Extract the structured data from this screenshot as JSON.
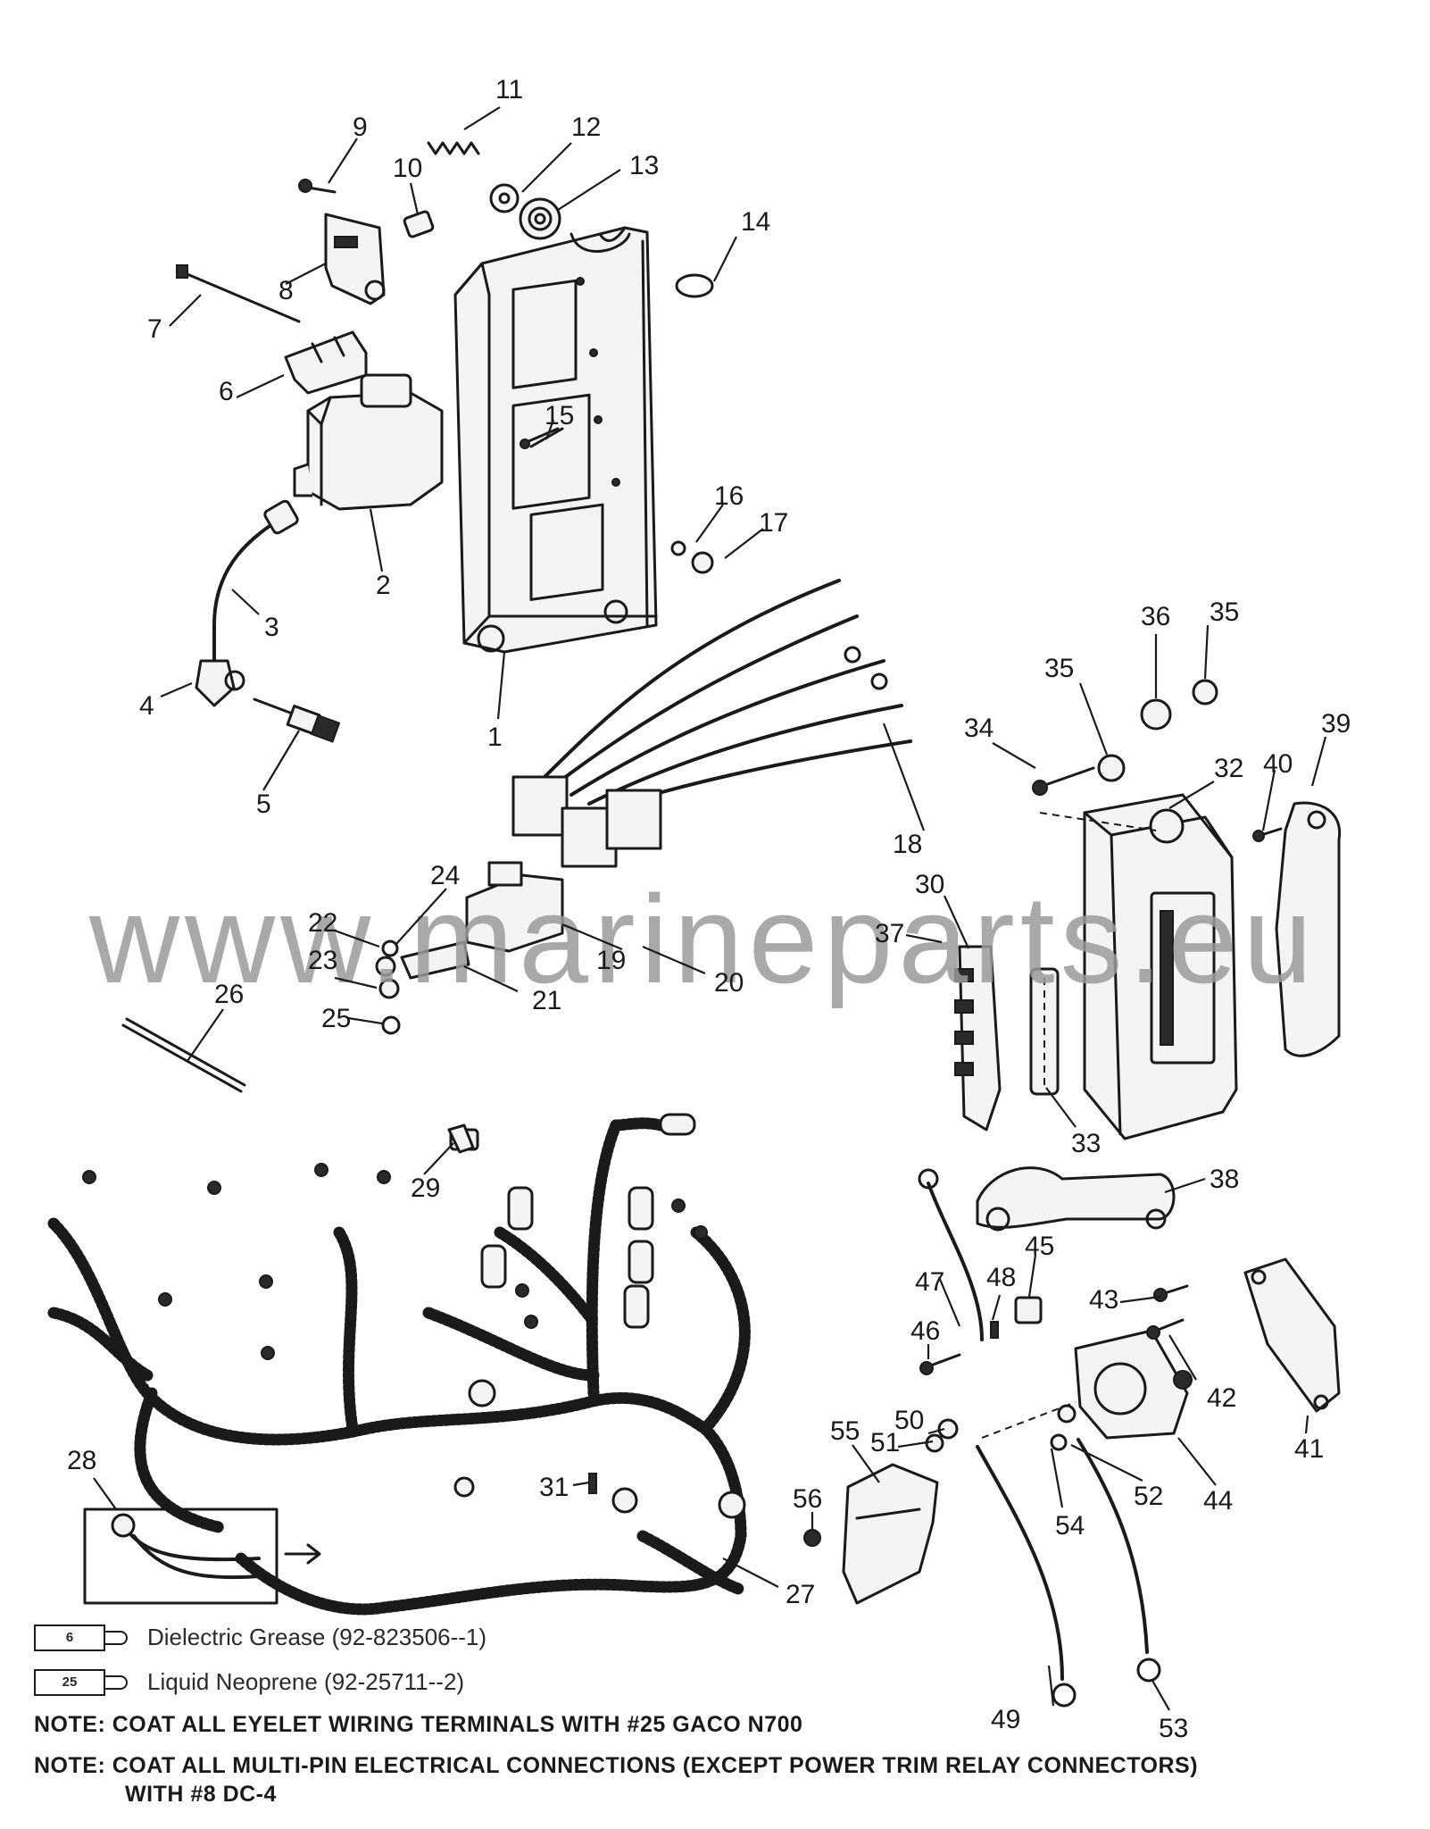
{
  "watermark": "www.marineparts.eu",
  "callouts": [
    {
      "id": "c1",
      "label": "1"
    },
    {
      "id": "c2",
      "label": "2"
    },
    {
      "id": "c3",
      "label": "3"
    },
    {
      "id": "c4",
      "label": "4"
    },
    {
      "id": "c5",
      "label": "5"
    },
    {
      "id": "c6",
      "label": "6"
    },
    {
      "id": "c7",
      "label": "7"
    },
    {
      "id": "c8",
      "label": "8"
    },
    {
      "id": "c9",
      "label": "9"
    },
    {
      "id": "c10",
      "label": "10"
    },
    {
      "id": "c11",
      "label": "11"
    },
    {
      "id": "c12",
      "label": "12"
    },
    {
      "id": "c13",
      "label": "13"
    },
    {
      "id": "c14",
      "label": "14"
    },
    {
      "id": "c15",
      "label": "15"
    },
    {
      "id": "c16",
      "label": "16"
    },
    {
      "id": "c17",
      "label": "17"
    },
    {
      "id": "c18",
      "label": "18"
    },
    {
      "id": "c19",
      "label": "19"
    },
    {
      "id": "c20",
      "label": "20"
    },
    {
      "id": "c21",
      "label": "21"
    },
    {
      "id": "c22",
      "label": "22"
    },
    {
      "id": "c23",
      "label": "23"
    },
    {
      "id": "c24",
      "label": "24"
    },
    {
      "id": "c25",
      "label": "25"
    },
    {
      "id": "c26",
      "label": "26"
    },
    {
      "id": "c27",
      "label": "27"
    },
    {
      "id": "c28",
      "label": "28"
    },
    {
      "id": "c29",
      "label": "29"
    },
    {
      "id": "c30",
      "label": "30"
    },
    {
      "id": "c31",
      "label": "31"
    },
    {
      "id": "c32",
      "label": "32"
    },
    {
      "id": "c33",
      "label": "33"
    },
    {
      "id": "c34",
      "label": "34"
    },
    {
      "id": "c35a",
      "label": "35"
    },
    {
      "id": "c35b",
      "label": "35"
    },
    {
      "id": "c36",
      "label": "36"
    },
    {
      "id": "c37",
      "label": "37"
    },
    {
      "id": "c38",
      "label": "38"
    },
    {
      "id": "c39",
      "label": "39"
    },
    {
      "id": "c40",
      "label": "40"
    },
    {
      "id": "c41",
      "label": "41"
    },
    {
      "id": "c42",
      "label": "42"
    },
    {
      "id": "c43",
      "label": "43"
    },
    {
      "id": "c44",
      "label": "44"
    },
    {
      "id": "c45",
      "label": "45"
    },
    {
      "id": "c46",
      "label": "46"
    },
    {
      "id": "c47",
      "label": "47"
    },
    {
      "id": "c48",
      "label": "48"
    },
    {
      "id": "c49",
      "label": "49"
    },
    {
      "id": "c50",
      "label": "50"
    },
    {
      "id": "c51",
      "label": "51"
    },
    {
      "id": "c52",
      "label": "52"
    },
    {
      "id": "c53",
      "label": "53"
    },
    {
      "id": "c54",
      "label": "54"
    },
    {
      "id": "c55",
      "label": "55"
    },
    {
      "id": "c56",
      "label": "56"
    }
  ],
  "legend": [
    {
      "code": "6",
      "text": "Dielectric Grease (92-823506--1)"
    },
    {
      "code": "25",
      "text": "Liquid Neoprene (92-25711--2)"
    }
  ],
  "notes": [
    "NOTE: COAT ALL EYELET WIRING TERMINALS WITH #25 GACO N700",
    "NOTE: COAT ALL MULTI-PIN ELECTRICAL CONNECTIONS (EXCEPT POWER TRIM RELAY CONNECTORS)",
    "WITH #8 DC-4"
  ]
}
